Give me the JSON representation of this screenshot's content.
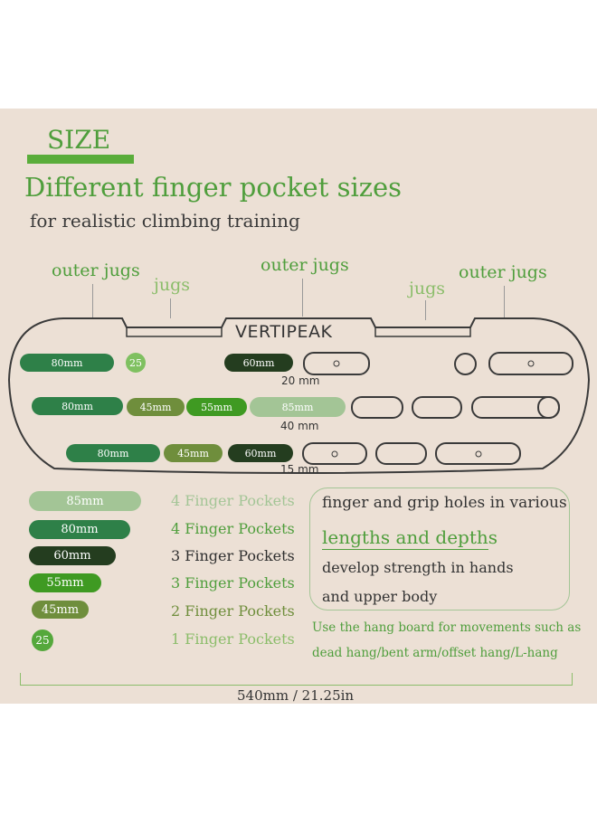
{
  "header": {
    "section": "SIZE",
    "title": "Different finger pocket sizes",
    "subtitle": "for realistic climbing training"
  },
  "callouts": {
    "outer_jugs_left": "outer jugs",
    "jugs_left": "jugs",
    "outer_jugs_center": "outer jugs",
    "jugs_right": "jugs",
    "outer_jugs_right": "outer jugs"
  },
  "board": {
    "brand": "VERTIPEAK",
    "row1": {
      "p80": "80mm",
      "p25": "25",
      "p60": "60mm",
      "depth": "20 mm"
    },
    "row2": {
      "p80": "80mm",
      "p45": "45mm",
      "p55": "55mm",
      "p85": "85mm",
      "depth": "40 mm"
    },
    "row3": {
      "p80": "80mm",
      "p45": "45mm",
      "p60": "60mm",
      "depth": "15 mm"
    }
  },
  "legend": [
    {
      "size": "85mm",
      "label": "4 Finger Pockets",
      "color": "#a3c596",
      "text_color": "#a3c596"
    },
    {
      "size": "80mm",
      "label": "4 Finger Pockets",
      "color": "#2e8048",
      "text_color": "#4f9e3c"
    },
    {
      "size": "60mm",
      "label": "3 Finger Pockets",
      "color": "#243d1f",
      "text_color": "#2f2f2f"
    },
    {
      "size": "55mm",
      "label": "3 Finger Pockets",
      "color": "#3f9a22",
      "text_color": "#4f9e3c"
    },
    {
      "size": "45mm",
      "label": "2 Finger Pockets",
      "color": "#6f8e3c",
      "text_color": "#6f8e3c"
    },
    {
      "size": "25",
      "label": "1 Finger Pockets",
      "color": "#55a83c",
      "text_color": "#8bbd6a"
    }
  ],
  "info_box": {
    "line1": "finger and grip holes in various",
    "line2": "lengths and depths",
    "line3": "develop strength in hands",
    "line4": "and upper body"
  },
  "usage": {
    "line1": "Use the hang board for movements such as",
    "line2": "dead hang/bent arm/offset hang/L-hang"
  },
  "dimension": "540mm / 21.25in"
}
